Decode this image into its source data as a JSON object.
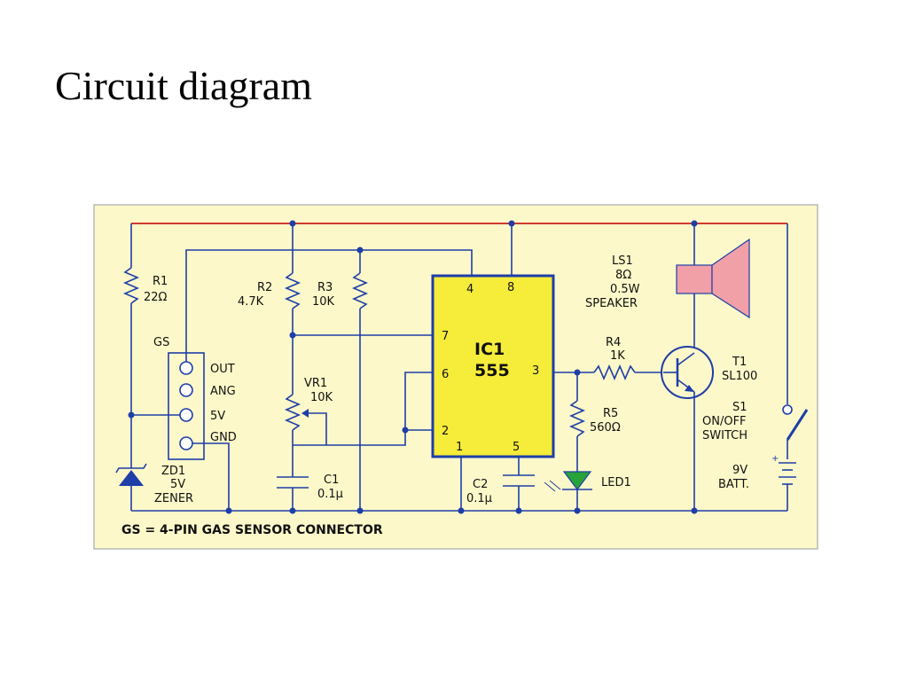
{
  "slide": {
    "title": "Circuit diagram"
  },
  "diagram": {
    "caption": "GS = 4-PIN GAS SENSOR CONNECTOR",
    "gs": {
      "label": "GS",
      "pins": [
        "OUT",
        "ANG",
        "5V",
        "GND"
      ]
    },
    "r1": {
      "name": "R1",
      "value": "22Ω"
    },
    "r2": {
      "name": "R2",
      "value": "4.7K"
    },
    "r3": {
      "name": "R3",
      "value": "10K"
    },
    "vr1": {
      "name": "VR1",
      "value": "10K"
    },
    "c1": {
      "name": "C1",
      "value": "0.1µ"
    },
    "c2": {
      "name": "C2",
      "value": "0.1µ"
    },
    "zd1": {
      "name": "ZD1",
      "value": "5V",
      "type": "ZENER"
    },
    "ic1": {
      "name": "IC1",
      "part": "555",
      "pins": [
        "4",
        "8",
        "7",
        "6",
        "3",
        "2",
        "1",
        "5"
      ]
    },
    "r4": {
      "name": "R4",
      "value": "1K"
    },
    "r5": {
      "name": "R5",
      "value": "560Ω"
    },
    "led1": {
      "name": "LED1"
    },
    "ls1": {
      "name": "LS1",
      "impedance": "8Ω",
      "power": "0.5W",
      "type": "SPEAKER"
    },
    "t1": {
      "name": "T1",
      "part": "SL100"
    },
    "s1": {
      "name": "S1",
      "line1": "ON/OFF",
      "line2": "SWITCH"
    },
    "batt": {
      "voltage": "9V",
      "label": "BATT."
    },
    "colors": {
      "panel": "#fdf8c9",
      "ic": "#f6ec3a",
      "wire": "#1e3ea8",
      "rail": "#d13b2f",
      "speaker": "#f2a0a8",
      "led": "#27a33a"
    }
  }
}
